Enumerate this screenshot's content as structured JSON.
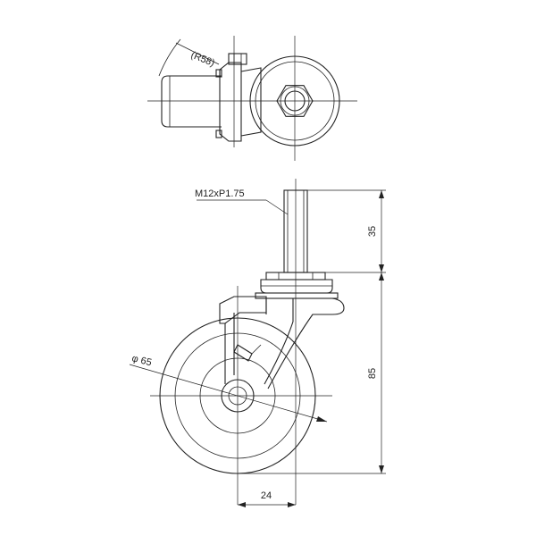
{
  "labels": {
    "radius": "(R58)",
    "thread": "M12xP1.75",
    "stem_length": "35",
    "total_height": "85",
    "wheel_dia": "φ 65",
    "offset": "24"
  }
}
